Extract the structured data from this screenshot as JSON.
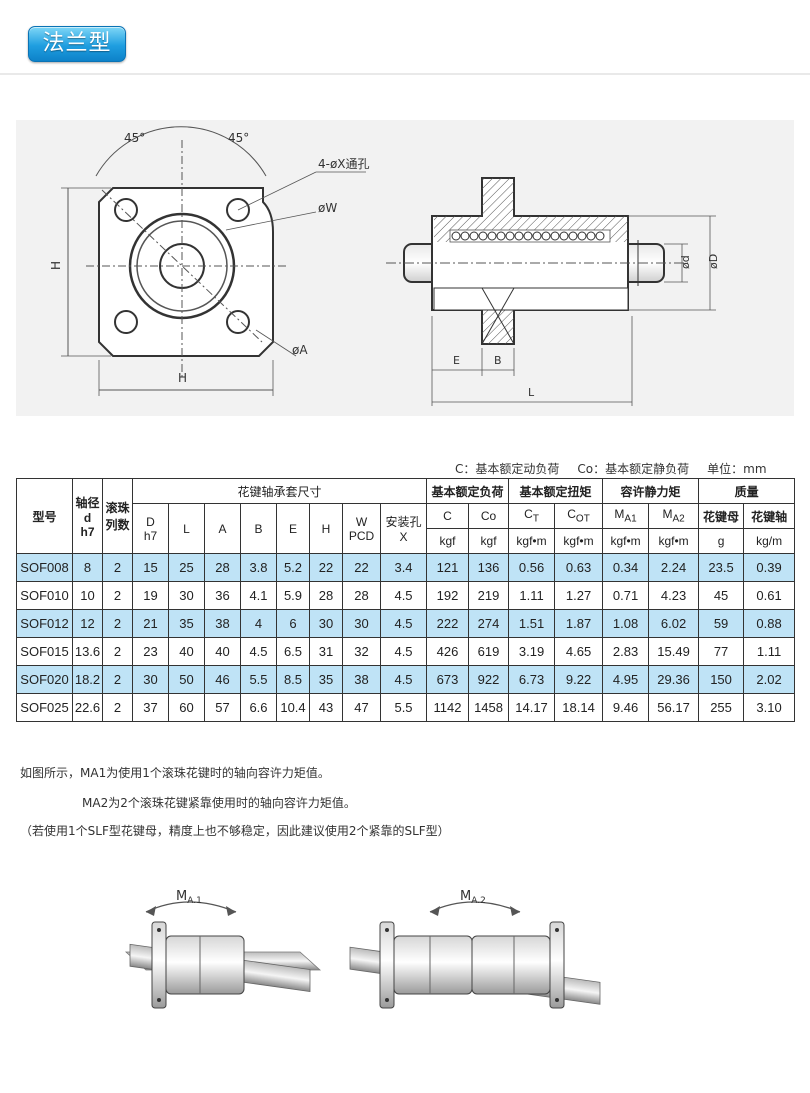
{
  "header": {
    "title": "法兰型"
  },
  "drawing": {
    "labels": {
      "angle_left": "45°",
      "angle_right": "45°",
      "holes": "4-øX通孔",
      "pcd": "øW",
      "flange_h_vertical": "H",
      "flange_h_horizontal": "H",
      "outer_a": "øA",
      "shaft_d": "ød",
      "outer_d": "øD",
      "dim_e": "E",
      "dim_b": "B",
      "dim_l": "L"
    }
  },
  "legend": {
    "c_label": "C：基本额定动负荷",
    "co_label": "Co：基本额定静负荷",
    "unit_label": "单位：mm"
  },
  "table": {
    "h_model": "型号",
    "h_shaft": "轴径",
    "h_shaft_d": "d",
    "h_shaft_h7": "h7",
    "h_rows": "滚珠",
    "h_rows2": "列数",
    "h_dims": "花键轴承套尺寸",
    "h_D": "D",
    "h_D_h7": "h7",
    "h_L": "L",
    "h_A": "A",
    "h_B": "B",
    "h_E": "E",
    "h_H": "H",
    "h_W": "W",
    "h_W_pcd": "PCD",
    "h_hole": "安装孔",
    "h_hole_x": "X",
    "h_load": "基本额定负荷",
    "h_C": "C",
    "h_Co": "Co",
    "h_C_unit": "kgf",
    "h_Co_unit": "kgf",
    "h_torque": "基本额定扭矩",
    "h_CT": "C",
    "h_CT_sub": "T",
    "h_COT": "C",
    "h_COT_sub": "OT",
    "h_CT_unit": "kgf•m",
    "h_COT_unit": "kgf•m",
    "h_moment": "容许静力矩",
    "h_MA1": "M",
    "h_MA1_sub": "A1",
    "h_MA2": "M",
    "h_MA2_sub": "A2",
    "h_MA1_unit": "kgf•m",
    "h_MA2_unit": "kgf•m",
    "h_mass": "质量",
    "h_nut": "花键母",
    "h_axis": "花键轴",
    "h_nut_unit": "g",
    "h_axis_unit": "kg/m",
    "rows": [
      [
        "SOF008",
        "8",
        "2",
        "15",
        "25",
        "28",
        "3.8",
        "5.2",
        "22",
        "22",
        "3.4",
        "121",
        "136",
        "0.56",
        "0.63",
        "0.34",
        "2.24",
        "23.5",
        "0.39"
      ],
      [
        "SOF010",
        "10",
        "2",
        "19",
        "30",
        "36",
        "4.1",
        "5.9",
        "28",
        "28",
        "4.5",
        "192",
        "219",
        "1.11",
        "1.27",
        "0.71",
        "4.23",
        "45",
        "0.61"
      ],
      [
        "SOF012",
        "12",
        "2",
        "21",
        "35",
        "38",
        "4",
        "6",
        "30",
        "30",
        "4.5",
        "222",
        "274",
        "1.51",
        "1.87",
        "1.08",
        "6.02",
        "59",
        "0.88"
      ],
      [
        "SOF015",
        "13.6",
        "2",
        "23",
        "40",
        "40",
        "4.5",
        "6.5",
        "31",
        "32",
        "4.5",
        "426",
        "619",
        "3.19",
        "4.65",
        "2.83",
        "15.49",
        "77",
        "1.11"
      ],
      [
        "SOF020",
        "18.2",
        "2",
        "30",
        "50",
        "46",
        "5.5",
        "8.5",
        "35",
        "38",
        "4.5",
        "673",
        "922",
        "6.73",
        "9.22",
        "4.95",
        "29.36",
        "150",
        "2.02"
      ],
      [
        "SOF025",
        "22.6",
        "2",
        "37",
        "60",
        "57",
        "6.6",
        "10.4",
        "43",
        "47",
        "5.5",
        "1142",
        "1458",
        "14.17",
        "18.14",
        "9.46",
        "56.17",
        "255",
        "3.10"
      ]
    ]
  },
  "notes": {
    "line1": "如图所示，MA1为使用1个滚珠花键时的轴向容许力矩值。",
    "line2": "MA2为2个滚珠花键紧靠使用时的轴向容许力矩值。",
    "line3": "（若使用1个SLF型花键母，精度上也不够稳定，因此建议使用2个紧靠的SLF型）"
  },
  "moment_diagram": {
    "ma1_label": "M",
    "ma1_sub": "A.1",
    "ma2_label": "M",
    "ma2_sub": "A.2"
  }
}
